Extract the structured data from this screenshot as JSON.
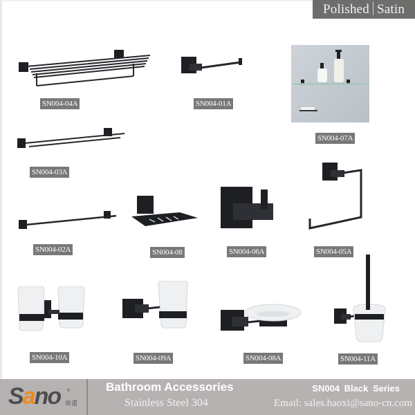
{
  "finish": {
    "option_1": "Polished",
    "option_2": "Satin"
  },
  "products": [
    {
      "code": "SN004-04A",
      "item": "towel-shelf-rack"
    },
    {
      "code": "SN004-01A",
      "item": "toilet-paper-holder"
    },
    {
      "code": "SN004-07A",
      "item": "glass-shelf"
    },
    {
      "code": "SN004-03A",
      "item": "double-towel-bar"
    },
    {
      "code": "SN004-02A",
      "item": "single-towel-bar"
    },
    {
      "code": "SN004-08",
      "item": "soap-dish-basket"
    },
    {
      "code": "SN004-06A",
      "item": "robe-hook"
    },
    {
      "code": "SN004-05A",
      "item": "towel-ring"
    },
    {
      "code": "SN004-10A",
      "item": "double-tumbler-holder"
    },
    {
      "code": "SN004-09A",
      "item": "single-tumbler-holder"
    },
    {
      "code": "SN004-08A",
      "item": "glass-soap-dish"
    },
    {
      "code": "SN004-11A",
      "item": "toilet-brush-holder"
    }
  ],
  "footer": {
    "brand": {
      "s": "S",
      "a": "a",
      "no": "no",
      "reg": "®",
      "cn": "尚诺"
    },
    "title": "Bathroom Accessories",
    "subtitle": "Stainless Steel 304",
    "series": "SN004  Black Series",
    "email": "Email: sales.haoxi@sano-cn.com"
  },
  "colors": {
    "label_bg": "#7a7777",
    "footer_bg": "#b7b2b2",
    "finish_bg": "#6f6d6c",
    "brand_orange": "#ef8a1d",
    "product_black": "#1e1f22"
  }
}
